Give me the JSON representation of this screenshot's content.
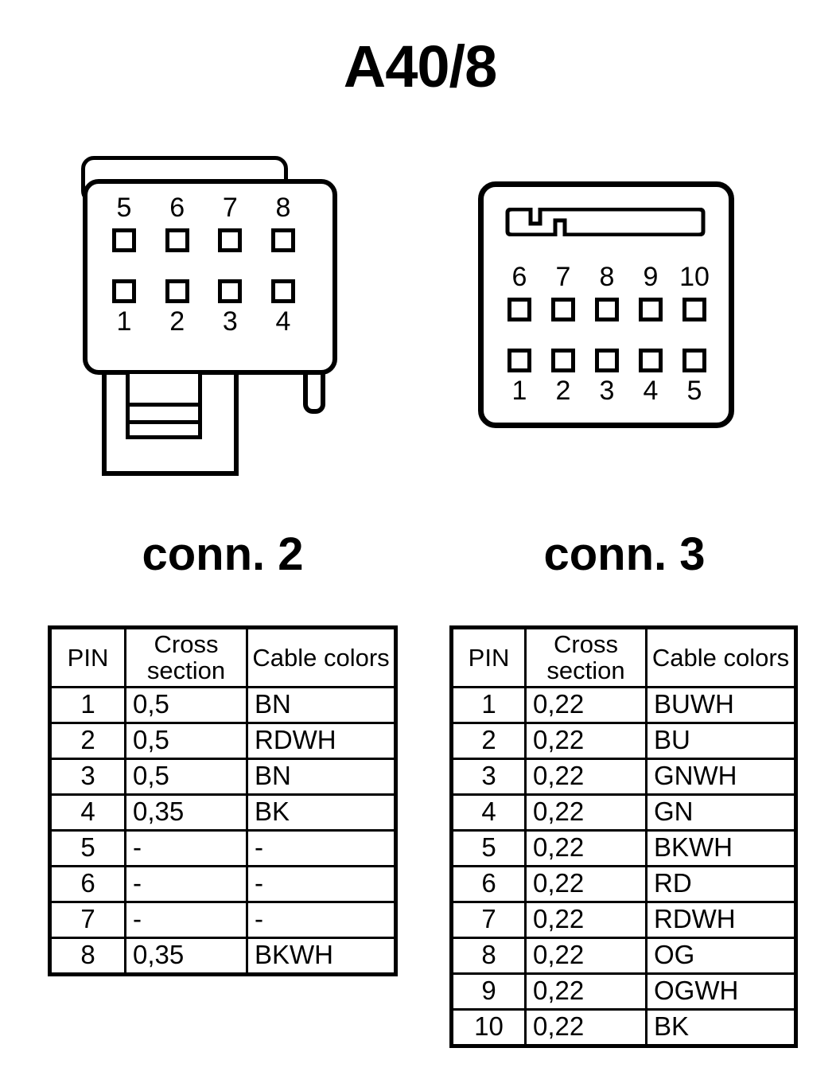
{
  "title": "A40/8",
  "connectors": [
    {
      "id": "conn2",
      "caption": "conn. 2",
      "pin_labels_top": [
        "5",
        "6",
        "7",
        "8"
      ],
      "pin_labels_bottom": [
        "1",
        "2",
        "3",
        "4"
      ],
      "pin_count": 8
    },
    {
      "id": "conn3",
      "caption": "conn. 3",
      "pin_labels_top": [
        "6",
        "7",
        "8",
        "9",
        "10"
      ],
      "pin_labels_bottom": [
        "1",
        "2",
        "3",
        "4",
        "5"
      ],
      "pin_count": 10
    }
  ],
  "tables": {
    "conn2": {
      "headers": {
        "pin": "PIN",
        "cross_section": "Cross section",
        "cable_colors": "Cable colors"
      },
      "rows": [
        {
          "pin": "1",
          "cross_section": "0,5",
          "cable_colors": "BN"
        },
        {
          "pin": "2",
          "cross_section": "0,5",
          "cable_colors": "RDWH"
        },
        {
          "pin": "3",
          "cross_section": "0,5",
          "cable_colors": "BN"
        },
        {
          "pin": "4",
          "cross_section": "0,35",
          "cable_colors": "BK"
        },
        {
          "pin": "5",
          "cross_section": "-",
          "cable_colors": "-"
        },
        {
          "pin": "6",
          "cross_section": "-",
          "cable_colors": "-"
        },
        {
          "pin": "7",
          "cross_section": "-",
          "cable_colors": "-"
        },
        {
          "pin": "8",
          "cross_section": "0,35",
          "cable_colors": "BKWH"
        }
      ]
    },
    "conn3": {
      "headers": {
        "pin": "PIN",
        "cross_section": "Cross section",
        "cable_colors": "Cable colors"
      },
      "rows": [
        {
          "pin": "1",
          "cross_section": "0,22",
          "cable_colors": "BUWH"
        },
        {
          "pin": "2",
          "cross_section": "0,22",
          "cable_colors": "BU"
        },
        {
          "pin": "3",
          "cross_section": "0,22",
          "cable_colors": "GNWH"
        },
        {
          "pin": "4",
          "cross_section": "0,22",
          "cable_colors": "GN"
        },
        {
          "pin": "5",
          "cross_section": "0,22",
          "cable_colors": "BKWH"
        },
        {
          "pin": "6",
          "cross_section": "0,22",
          "cable_colors": "RD"
        },
        {
          "pin": "7",
          "cross_section": "0,22",
          "cable_colors": "RDWH"
        },
        {
          "pin": "8",
          "cross_section": "0,22",
          "cable_colors": "OG"
        },
        {
          "pin": "9",
          "cross_section": "0,22",
          "cable_colors": "OGWH"
        },
        {
          "pin": "10",
          "cross_section": "0,22",
          "cable_colors": "BK"
        }
      ]
    }
  },
  "colors": {
    "ink": "#000000",
    "paper": "#ffffff"
  }
}
